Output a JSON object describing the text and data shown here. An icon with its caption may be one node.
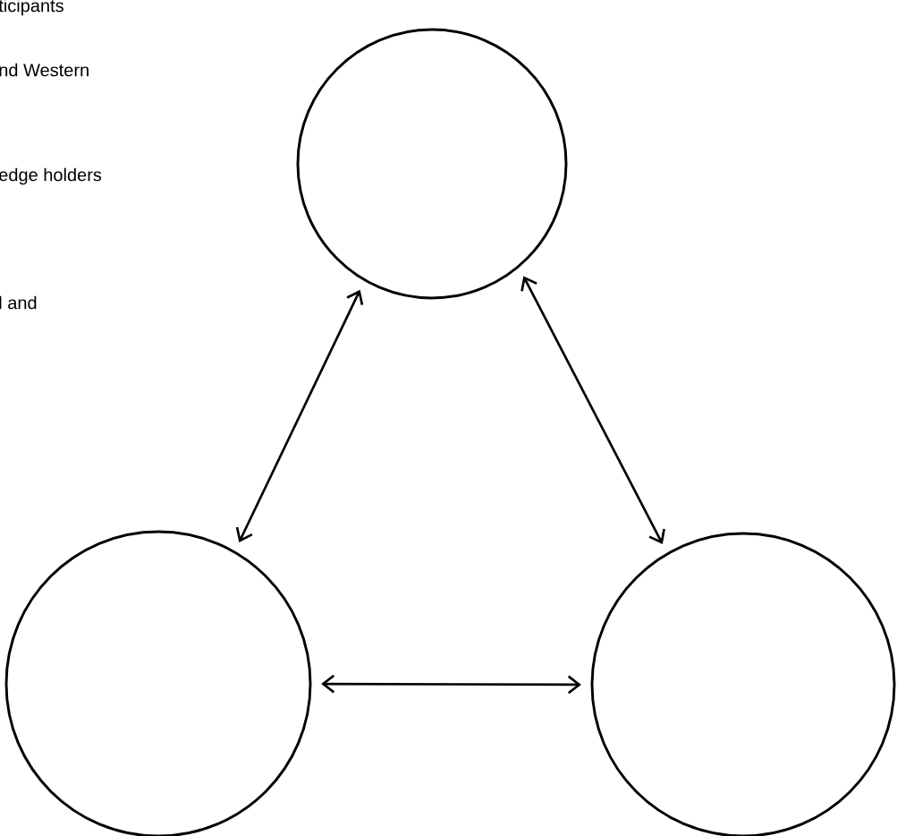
{
  "diagram": {
    "nodes": [
      {
        "text": [],
        "shape": "circle"
      },
      {
        "text": [],
        "shape": "circle"
      },
      {
        "text": [],
        "shape": "circle"
      }
    ],
    "edges": [
      {
        "from": 0,
        "to": 1,
        "arrow": "both"
      },
      {
        "from": 0,
        "to": 2,
        "arrow": "both"
      },
      {
        "from": 1,
        "to": 2,
        "arrow": "both"
      }
    ],
    "labels": [
      "ticipants",
      "nd Western",
      "edge holders",
      "l and"
    ]
  }
}
